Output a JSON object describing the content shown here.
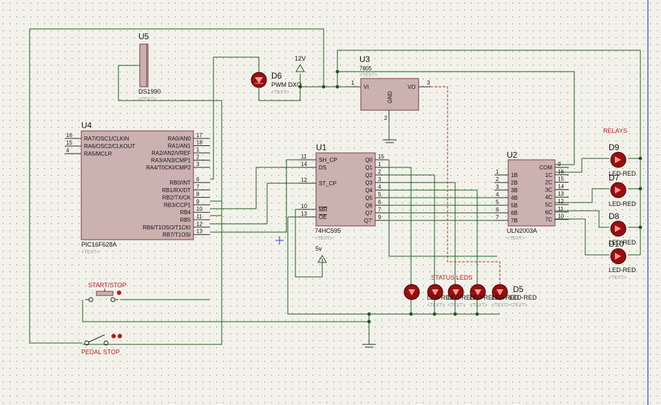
{
  "u5": {
    "ref": "U5",
    "part": "DS1990",
    "text": "<TEXT>"
  },
  "d6": {
    "ref": "D6",
    "part": "PWM DXO",
    "text": "<TEXT>"
  },
  "pwr12": {
    "label": "12V"
  },
  "u3": {
    "ref": "U3",
    "part": "7805",
    "text": "<TEXT>",
    "pin_vi": "VI",
    "pin_vo": "VO",
    "pin_gnd": "GND",
    "n1": "1",
    "n2": "2",
    "n3": "3"
  },
  "u4": {
    "ref": "U4",
    "part": "PIC16F628A",
    "text": "<TEXT>",
    "left_pins": [
      {
        "num": "16",
        "name": "RA7/OSC1/CLKIN"
      },
      {
        "num": "15",
        "name": "RA6/OSC2/CLKOUT"
      },
      {
        "num": "4",
        "name": "RA5/MCLR"
      }
    ],
    "right_pins": [
      {
        "num": "17",
        "name": "RA0/AN0"
      },
      {
        "num": "18",
        "name": "RA1/AN1"
      },
      {
        "num": "1",
        "name": "RA2/AN2/VREF"
      },
      {
        "num": "2",
        "name": "RA3/AN3/CMP1"
      },
      {
        "num": "3",
        "name": "RA4/T0CKI/CMP2"
      },
      {
        "num": "6",
        "name": "RB0/INT"
      },
      {
        "num": "7",
        "name": "RB1/RX/DT"
      },
      {
        "num": "8",
        "name": "RB2/TX/CK"
      },
      {
        "num": "9",
        "name": "RB3/CCP1"
      },
      {
        "num": "10",
        "name": "RB4"
      },
      {
        "num": "11",
        "name": "RB5"
      },
      {
        "num": "12",
        "name": "RB6/T1OSO/T1CKI"
      },
      {
        "num": "13",
        "name": "RB7/T1OSI"
      }
    ]
  },
  "u1": {
    "ref": "U1",
    "part": "74HC595",
    "text": "<TEXT>",
    "left_pins": [
      {
        "num": "14",
        "name": "DS"
      },
      {
        "num": "11",
        "name": "SH_CP"
      },
      {
        "num": "12",
        "name": "ST_CP"
      },
      {
        "num": "10",
        "name": "MR"
      },
      {
        "num": "13",
        "name": "OE"
      }
    ],
    "right_pins": [
      {
        "num": "15",
        "name": "Q0"
      },
      {
        "num": "1",
        "name": "Q1"
      },
      {
        "num": "2",
        "name": "Q2"
      },
      {
        "num": "3",
        "name": "Q3"
      },
      {
        "num": "4",
        "name": "Q4"
      },
      {
        "num": "5",
        "name": "Q5"
      },
      {
        "num": "6",
        "name": "Q6"
      },
      {
        "num": "7",
        "name": "Q7"
      },
      {
        "num": "9",
        "name": "Q7'"
      }
    ]
  },
  "pwr5": {
    "label": "5v"
  },
  "u2": {
    "ref": "U2",
    "part": "ULN2003A",
    "text": "<TEXT>",
    "left_pins": [
      {
        "num": "1",
        "name": "1B"
      },
      {
        "num": "2",
        "name": "2B"
      },
      {
        "num": "3",
        "name": "3B"
      },
      {
        "num": "4",
        "name": "4B"
      },
      {
        "num": "5",
        "name": "5B"
      },
      {
        "num": "6",
        "name": "6B"
      },
      {
        "num": "7",
        "name": "7B"
      }
    ],
    "right_pins": [
      {
        "num": "9",
        "name": "COM"
      },
      {
        "num": "16",
        "name": "1C"
      },
      {
        "num": "15",
        "name": "2C"
      },
      {
        "num": "14",
        "name": "3C"
      },
      {
        "num": "13",
        "name": "4C"
      },
      {
        "num": "12",
        "name": "5C"
      },
      {
        "num": "11",
        "name": "6C"
      },
      {
        "num": "10",
        "name": "7C"
      }
    ]
  },
  "relays": {
    "title": "RELAYS",
    "leds": [
      {
        "ref": "D9",
        "part": "LED-RED",
        "text": "<TEXT>"
      },
      {
        "ref": "D7",
        "part": "LED-RED",
        "text": "<TEXT>"
      },
      {
        "ref": "D8",
        "part": "LED-RED",
        "text": "<TEXT>"
      },
      {
        "ref": "D10",
        "part": "LED-RED",
        "text": "<TEXT>"
      }
    ]
  },
  "status": {
    "title": "STATUS LEDS",
    "ref": "D5",
    "part": "LED-RED",
    "text": "<TEXT>"
  },
  "start_stop": {
    "label": "START/STOP"
  },
  "pedal_stop": {
    "label": "PEDAL STOP"
  },
  "colors": {
    "wire": "#1b5a1b",
    "body": "#ccb1b1",
    "led": "#9c0d0d",
    "label_red": "#c01818",
    "background": "#f2f2ea"
  }
}
